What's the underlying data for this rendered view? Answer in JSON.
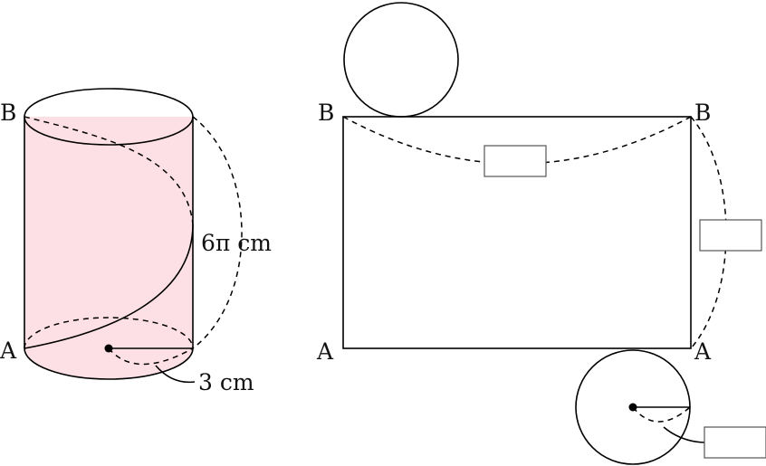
{
  "colors": {
    "fill": "#fde0e5",
    "line": "#000000"
  },
  "cylinder": {
    "top_label": "B",
    "bottom_label": "A",
    "height_label": "6π cm",
    "radius_label": "3 cm"
  },
  "net": {
    "top_left_label": "B",
    "top_right_label": "B",
    "bottom_left_label": "A",
    "bottom_right_label": "A",
    "answer_boxes": [
      "",
      "",
      ""
    ]
  }
}
